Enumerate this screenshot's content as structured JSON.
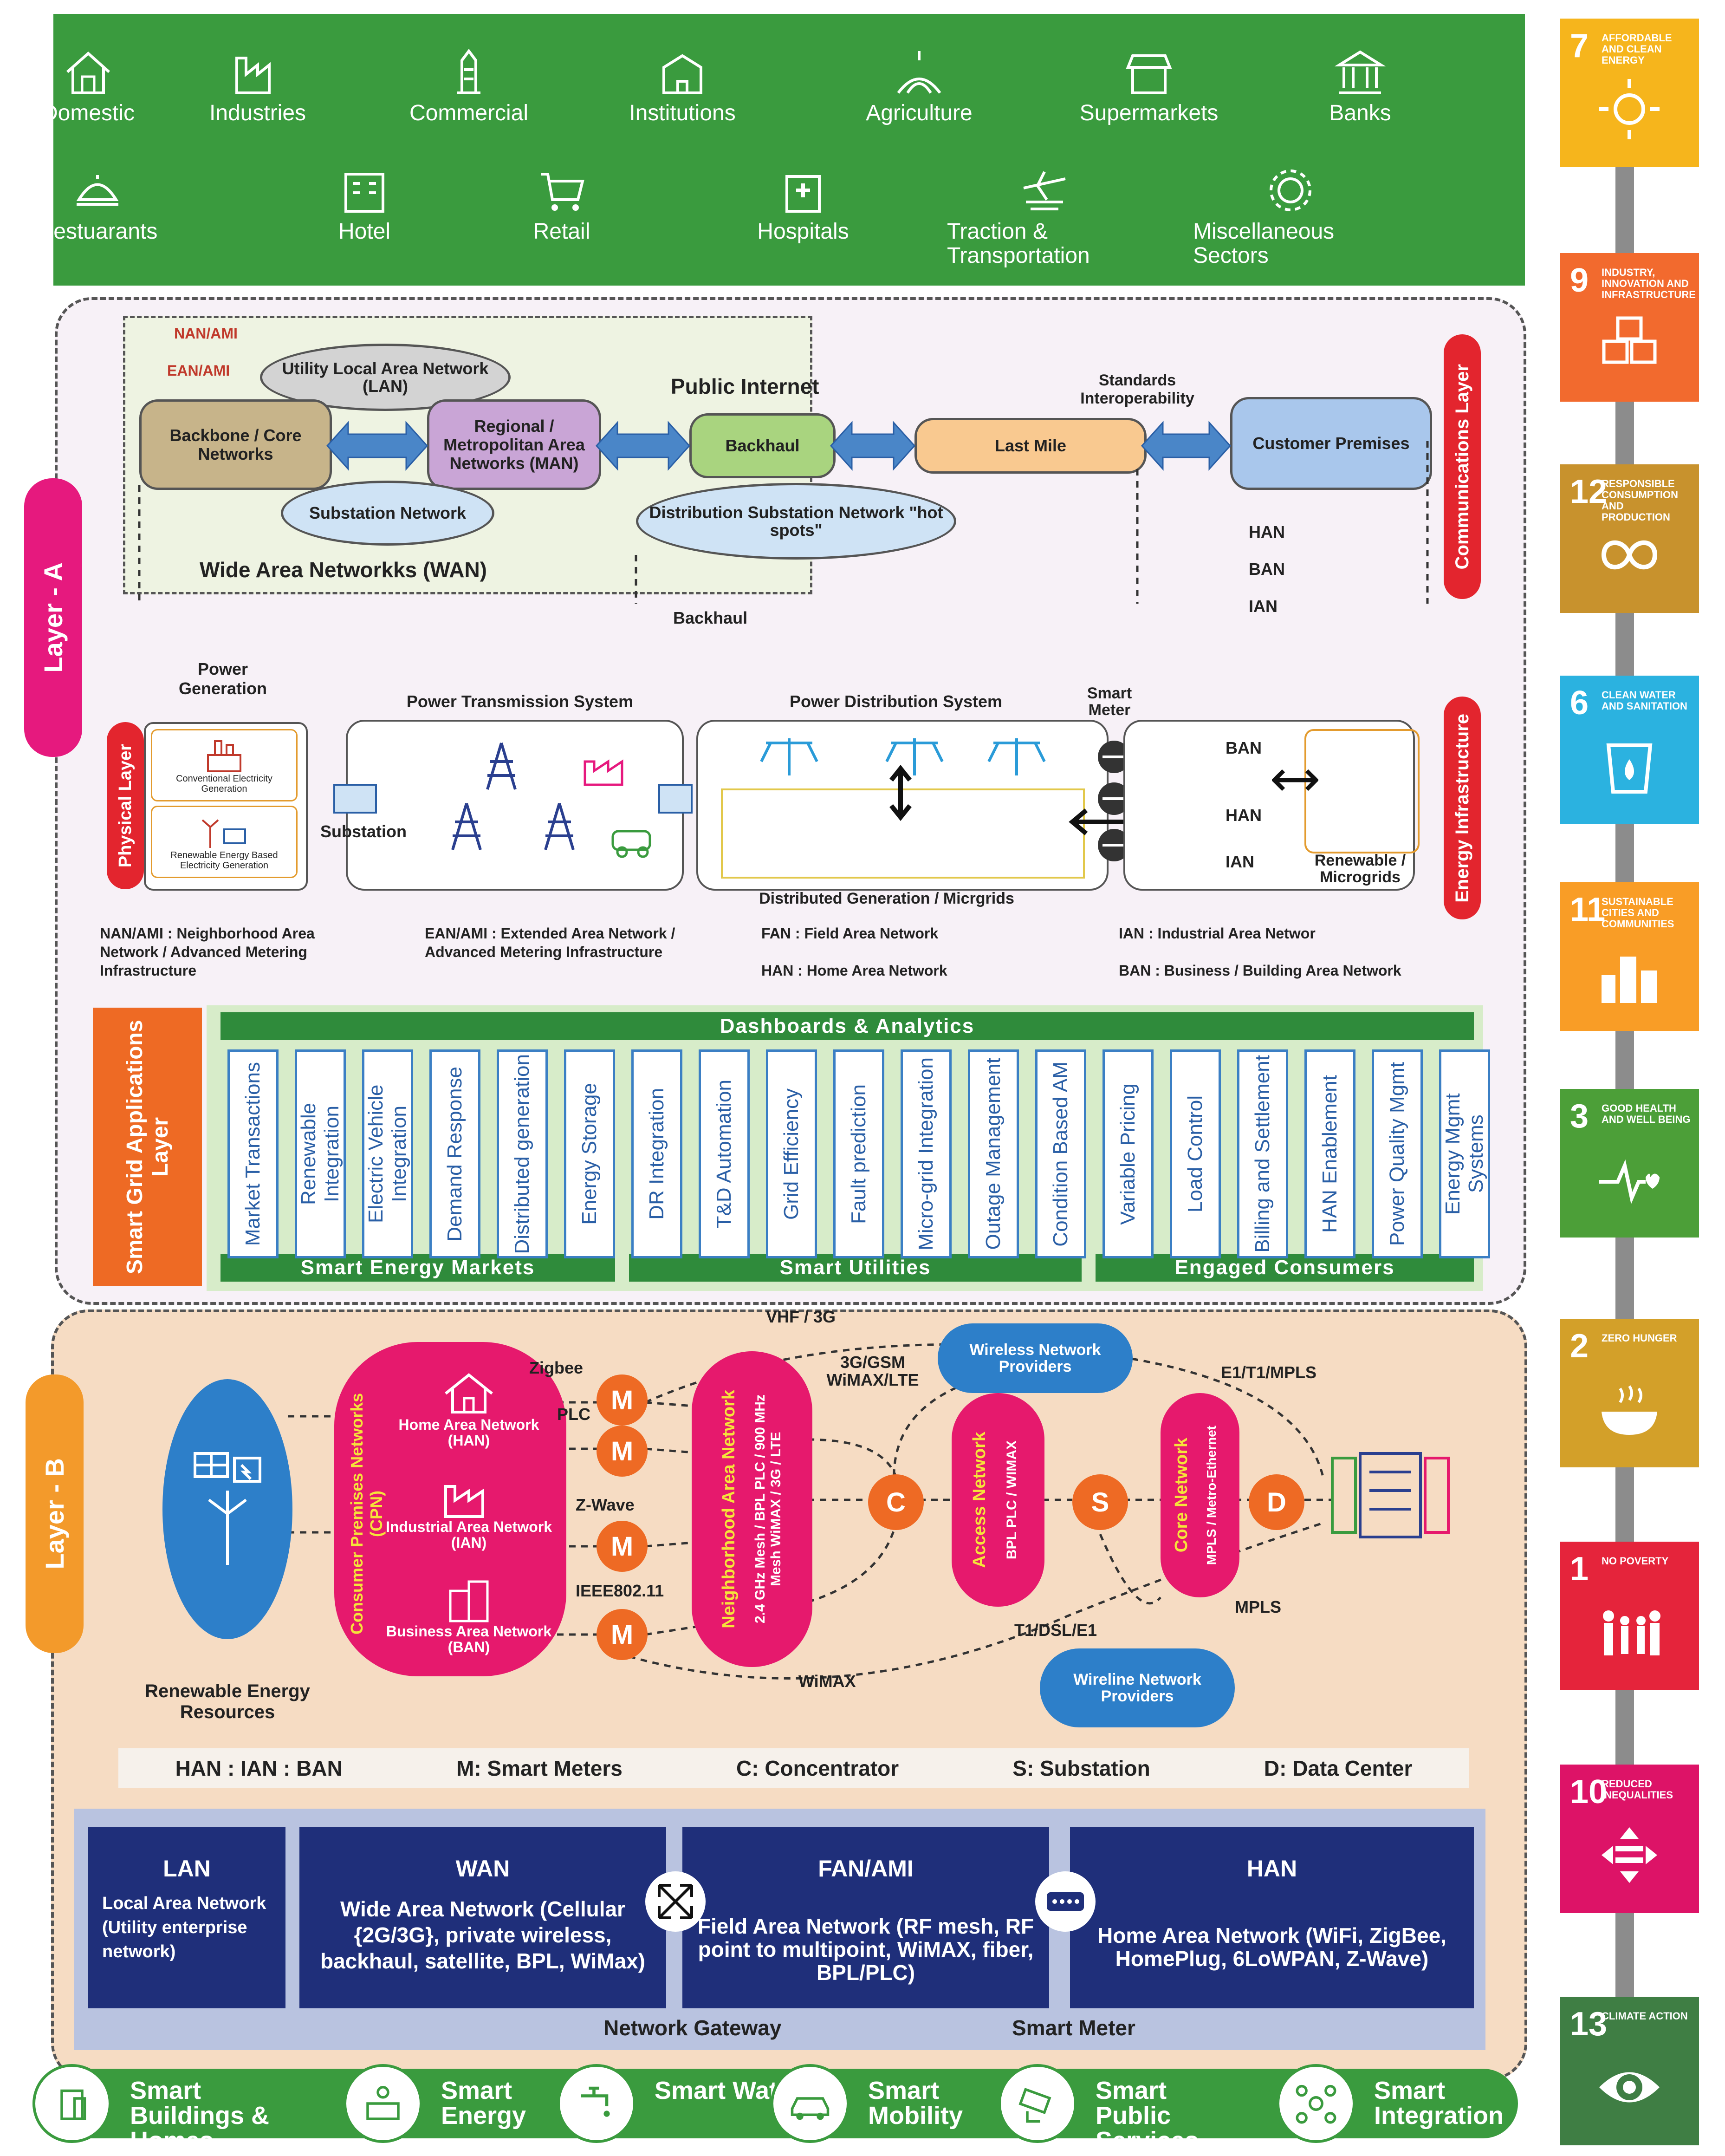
{
  "sectors_row1": [
    "Domestic",
    "Industries",
    "Commercial",
    "Institutions",
    "Agriculture",
    "Supermarkets",
    "Banks"
  ],
  "sectors_row2": [
    "Restuarants",
    "Hotel",
    "Retail",
    "Hospitals",
    "Traction & Transportation",
    "Miscellaneous Sectors"
  ],
  "layerA": {
    "label": "Layer - A",
    "comm_layer": "Communications Layer",
    "energy_infra": "Energy Infrastructure",
    "physical_layer": "Physical Layer",
    "nan_ami": "NAN/AMI",
    "ean_ami": "EAN/AMI",
    "utility_lan": "Utility Local Area Network (LAN)",
    "backbone": "Backbone / Core Networks",
    "regional": "Regional / Metropolitan Area Networks (MAN)",
    "substation_network": "Substation Network",
    "public_internet": "Public Internet",
    "backhaul": "Backhaul",
    "distribution_network": "Distribution Substation Network \"hot spots\"",
    "last_mile": "Last Mile",
    "standards": "Standards Interoperability",
    "customer_premises": "Customer Premises",
    "wan_title": "Wide Area Networkks (WAN)",
    "han": "HAN",
    "ban": "BAN",
    "ian": "IAN",
    "backhaul2": "Backhaul",
    "power_generation": "Power Generation",
    "conventional": "Conventional Electricity Generation",
    "renewable_gen": "Renewable Energy Based Electricity Generation",
    "transmission": "Power Transmission System",
    "substation": "Substation",
    "distribution": "Power Distribution System",
    "smart_meter": "Smart Meter",
    "distributed_gen": "Distributed Generation / Micrgrids",
    "ban2": "BAN",
    "han2": "HAN",
    "ian2": "IAN",
    "renewable_micro": "Renewable / Microgrids",
    "def_nan": "NAN/AMI : Neighborhood Area Network / Advanced Metering Infrastructure",
    "def_ean": "EAN/AMI : Extended Area Network / Advanced Metering Infrastructure",
    "def_fan": "FAN : Field Area Network",
    "def_han": "HAN : Home Area Network",
    "def_ian": "IAN : Industrial Area Networ",
    "def_ban": "BAN : Business / Building Area Network"
  },
  "apps": {
    "layer_label": "Smart Grid Applications Layer",
    "dashboards": "Dashboards & Analytics",
    "columns": [
      "Market Transactions",
      "Renewable Integration",
      "Electric Vehicle Integration",
      "Demand Response",
      "Distributed generation",
      "Energy Storage",
      "DR Integration",
      "T&D Automation",
      "Grid Efficiency",
      "Fault prediction",
      "Micro-grid Integration",
      "Outage Management",
      "Condition Based AM",
      "Variable Pricing",
      "Load Control",
      "Billing and Settlement",
      "HAN Enablement",
      "Power Quality Mgmt",
      "Energy Mgmt Systems"
    ],
    "group1": "Smart Energy Markets",
    "group2": "Smart Utilities",
    "group3": "Engaged Consumers"
  },
  "layerB": {
    "label": "Layer - B",
    "renewable": "Renewable Energy Resources",
    "cpn": "Consumer Premises Networks (CPN)",
    "home_net": "Home Area Network (HAN)",
    "ind_net": "Industrial Area Network (IAN)",
    "bus_net": "Business Area Network (BAN)",
    "zigbee": "Zigbee",
    "plc": "PLC",
    "zwave": "Z-Wave",
    "ieee": "IEEE802.11",
    "meter": "M",
    "vhf": "VHF / 3G",
    "gsm": "3G/GSM WiMAX/LTE",
    "nan": "Neighborhood Area Network",
    "nan_tech": "2.4 GHz Mesh / BPL PLC / 900 MHz Mesh WiMAX / 3G / LTE",
    "wireless": "Wireless Network Providers",
    "access": "Access Network",
    "access_tech": "BPL PLC / WIMAX",
    "core": "Core Network",
    "core_tech": "MPLS / Metro-Ethernet",
    "e1": "E1/T1/MPLS",
    "mpls": "MPLS",
    "t1": "T1/DSL/E1",
    "wimax": "WiMAX",
    "wireline": "Wireline Network Providers",
    "c": "C",
    "s": "S",
    "d": "D",
    "legend": [
      "HAN : IAN : BAN",
      "M: Smart Meters",
      "C: Concentrator",
      "S: Substation",
      "D: Data Center"
    ],
    "lan_title": "LAN",
    "lan_desc": "Local Area Network (Utility enterprise network)",
    "wan_title": "WAN",
    "wan_desc": "Wide Area Network (Cellular {2G/3G}, private wireless, backhaul, satellite, BPL, WiMax)",
    "fan_title": "FAN/AMI",
    "fan_desc": "Field Area Network (RF mesh, RF point to multipoint, WiMAX, fiber, BPL/PLC)",
    "han_title": "HAN",
    "han_desc": "Home Area Network (WiFi, ZigBee, HomePlug, 6LoWPAN, Z-Wave)",
    "gateway": "Network Gateway",
    "smart_meter": "Smart Meter"
  },
  "bottom": [
    "Smart Buildings & Homes",
    "Smart Energy",
    "Smart Water",
    "Smart Mobility",
    "Smart Public Services",
    "Smart Integration"
  ],
  "sdgs": [
    {
      "num": "7",
      "text": "AFFORDABLE AND CLEAN ENERGY",
      "color": "#f6b51c",
      "icon": "sun-icon"
    },
    {
      "num": "9",
      "text": "INDUSTRY, INNOVATION AND INFRASTRUCTURE",
      "color": "#f26a2e",
      "icon": "cubes-icon"
    },
    {
      "num": "12",
      "text": "RESPONSIBLE CONSUMPTION AND PRODUCTION",
      "color": "#c8922d",
      "icon": "infinity-icon"
    },
    {
      "num": "6",
      "text": "CLEAN WATER AND SANITATION",
      "color": "#2bb2e0",
      "icon": "water-icon"
    },
    {
      "num": "11",
      "text": "SUSTAINABLE CITIES AND COMMUNITIES",
      "color": "#f99d26",
      "icon": "city-icon"
    },
    {
      "num": "3",
      "text": "GOOD HEALTH AND WELL BEING",
      "color": "#4c9f38",
      "icon": "heartbeat-icon"
    },
    {
      "num": "2",
      "text": "ZERO HUNGER",
      "color": "#d3a029",
      "icon": "bowl-icon"
    },
    {
      "num": "1",
      "text": "NO POVERTY",
      "color": "#e5243b",
      "icon": "family-icon"
    },
    {
      "num": "10",
      "text": "REDUCED INEQUALITIES",
      "color": "#dd1367",
      "icon": "equality-icon"
    },
    {
      "num": "13",
      "text": "CLIMATE ACTION",
      "color": "#3f7e44",
      "icon": "eye-globe-icon"
    }
  ]
}
